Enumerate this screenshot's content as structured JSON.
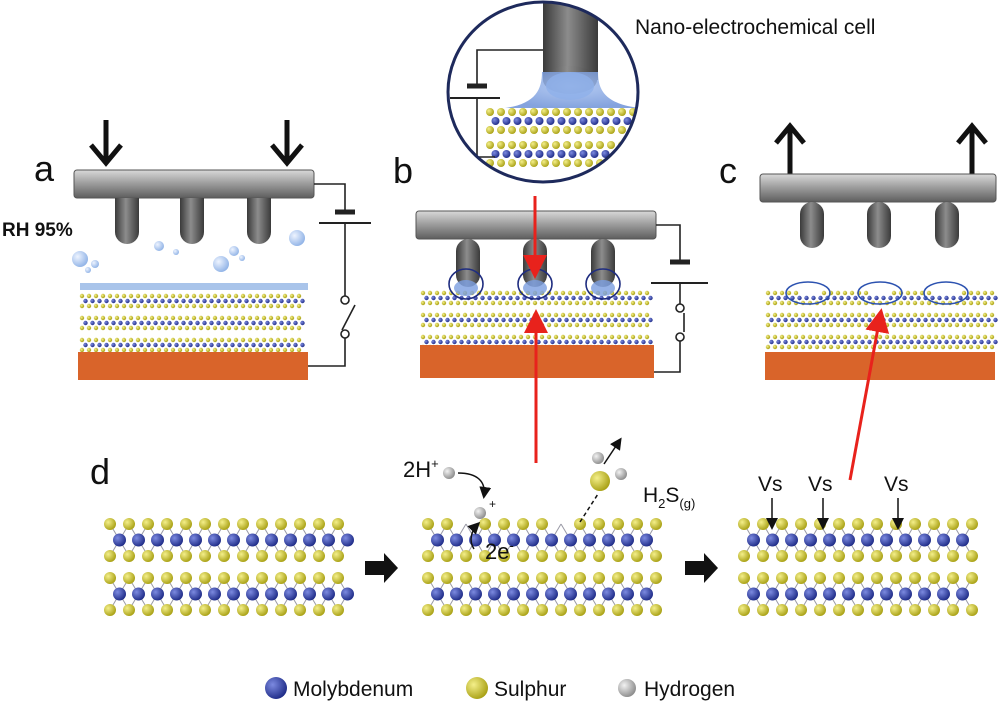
{
  "panels": {
    "a": "a",
    "b": "b",
    "c": "c",
    "d": "d"
  },
  "humidity_label": "RH 95%",
  "cell_title": "Nano-electrochemical cell",
  "reaction": {
    "protons": "2H",
    "protons_sup": "+",
    "plus": "+",
    "electrons": "2e",
    "electrons_sup": "-",
    "gas": "H",
    "gas_sub": "2",
    "gas_rest": "S",
    "gas_state": "(g)"
  },
  "vacancy_label": "Vs",
  "legend": {
    "molybdenum": "Molybdenum",
    "sulphur": "Sulphur",
    "hydrogen": "Hydrogen"
  },
  "colors": {
    "molybdenum": "#2f3fa8",
    "sulphur": "#c9c22a",
    "hydrogen": "#a8a8a8",
    "substrate": "#d9642a",
    "arrow_red": "#e8221c",
    "water": "#a9c4ea"
  }
}
